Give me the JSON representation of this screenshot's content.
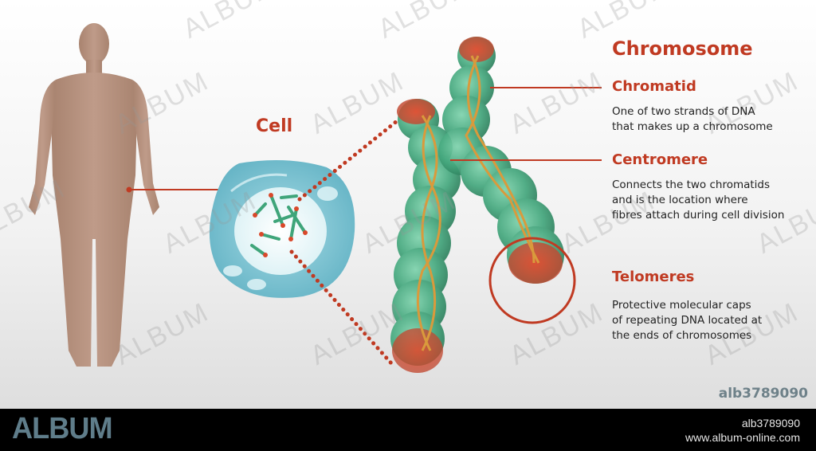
{
  "diagram": {
    "title": "Chromosome",
    "cell_label": "Cell",
    "terms": [
      {
        "name": "Chromatid",
        "description_lines": [
          "One of two strands of DNA",
          "that makes up a chromosome"
        ]
      },
      {
        "name": "Centromere",
        "description_lines": [
          "Connects the two chromatids",
          "and is the location where",
          "fibres attach during cell division"
        ]
      },
      {
        "name": "Telomeres",
        "description_lines": [
          "Protective molecular caps",
          "of repeating DNA located at",
          "the ends of chromosomes"
        ]
      }
    ],
    "colors": {
      "accent": "#c03a22",
      "chromatid_green": "#4fb48a",
      "telomere_red": "#d9482a",
      "cell_blue": "#7cc3d1",
      "body_skin": "#b79483",
      "dna_orange": "#d99a3c"
    }
  },
  "watermark": {
    "text": "ALBUM",
    "image_id": "alb3789090"
  },
  "footer": {
    "logo": "ALBUM",
    "image_id": "alb3789090",
    "url": "www.album-online.com"
  }
}
